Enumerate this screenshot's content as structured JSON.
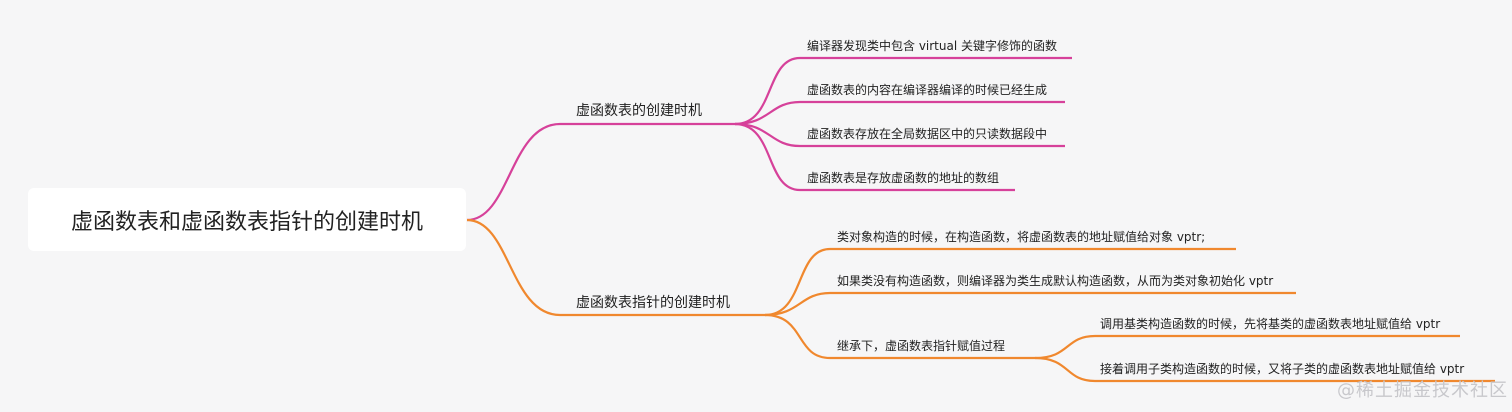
{
  "colors": {
    "background": "#f6f6f7",
    "root_fill": "#ffffff",
    "branch_1": "#d6419a",
    "branch_2": "#f0882e"
  },
  "root": {
    "label": "虚函数表和虚函数表指针的创建时机"
  },
  "branches": [
    {
      "label": "虚函数表的创建时机",
      "color": "#d6419a",
      "children": [
        {
          "label": "编译器发现类中包含 virtual 关键字修饰的函数"
        },
        {
          "label": "虚函数表的内容在编译器编译的时候已经生成"
        },
        {
          "label": "虚函数表存放在全局数据区中的只读数据段中"
        },
        {
          "label": "虚函数表是存放虚函数的地址的数组"
        }
      ]
    },
    {
      "label": "虚函数表指针的创建时机",
      "color": "#f0882e",
      "children": [
        {
          "label": "类对象构造的时候，在构造函数，将虚函数表的地址赋值给对象 vptr;"
        },
        {
          "label": "如果类没有构造函数，则编译器为类生成默认构造函数，从而为类对象初始化 vptr"
        },
        {
          "label": "继承下，虚函数表指针赋值过程",
          "children": [
            {
              "label": "调用基类构造函数的时候，先将基类的虚函数表地址赋值给 vptr"
            },
            {
              "label": "接着调用子类构造函数的时候，又将子类的虚函数表地址赋值给 vptr"
            }
          ]
        }
      ]
    }
  ],
  "watermark": "@稀土掘金技术社区"
}
